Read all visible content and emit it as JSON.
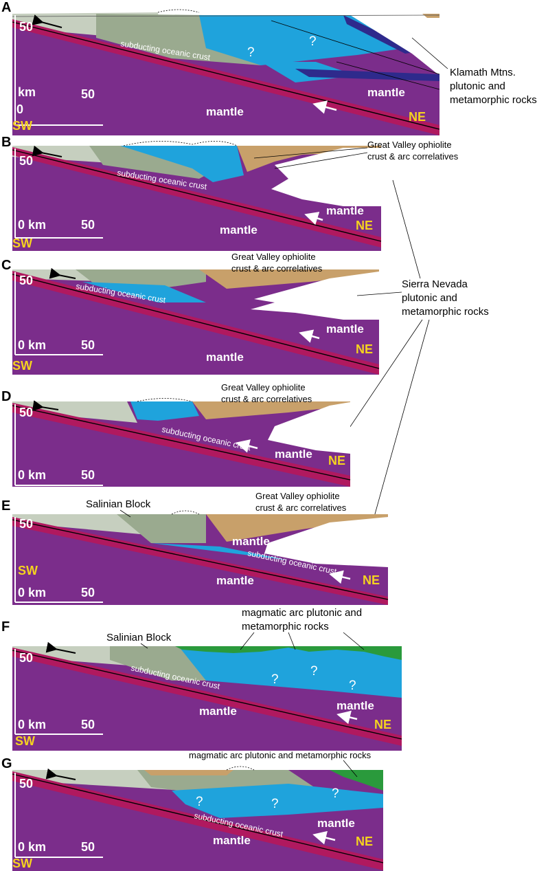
{
  "panels": [
    {
      "letter": "A",
      "scale_top": "50",
      "scale_zero": "0",
      "scale_km": "km",
      "scale_fifty": "50",
      "sw": "SW",
      "ne": "NE",
      "mantle_main": "mantle",
      "mantle_small": "mantle",
      "subducting": "subducting oceanic crust",
      "q1": "?",
      "q2": "?"
    },
    {
      "letter": "B",
      "scale_top": "50",
      "scale_zero_km": "0  km",
      "scale_fifty": "50",
      "sw": "SW",
      "ne": "NE",
      "mantle_main": "mantle",
      "mantle_small": "mantle",
      "subducting": "subducting oceanic crust"
    },
    {
      "letter": "C",
      "scale_top": "50",
      "scale_zero_km": "0 km",
      "scale_fifty": "50",
      "sw": "SW",
      "ne": "NE",
      "mantle_main": "mantle",
      "mantle_small": "mantle",
      "subducting": "subducting oceanic crust"
    },
    {
      "letter": "D",
      "scale_top": "50",
      "scale_zero_km": "0 km",
      "scale_fifty": "50",
      "ne": "NE",
      "mantle_small": "mantle",
      "subducting": "subducting oceanic crust"
    },
    {
      "letter": "E",
      "scale_top": "50",
      "scale_zero_km": "0 km",
      "scale_fifty": "50",
      "sw": "SW",
      "ne": "NE",
      "mantle_main": "mantle",
      "mantle_small": "mantle",
      "subducting": "subducting oceanic crust"
    },
    {
      "letter": "F",
      "scale_top": "50",
      "scale_zero_km": "0 km",
      "scale_fifty": "50",
      "sw": "SW",
      "ne": "NE",
      "mantle_main": "mantle",
      "mantle_small": "mantle",
      "subducting": "subducting oceanic crust",
      "q1": "?",
      "q2": "?",
      "q3": "?"
    },
    {
      "letter": "G",
      "scale_top": "50",
      "scale_zero_km": "0 km",
      "scale_fifty": "50",
      "sw": "SW",
      "ne": "NE",
      "mantle_main": "mantle",
      "mantle_small": "mantle",
      "subducting": "subducting oceanic crust",
      "q1": "?",
      "q2": "?",
      "q3": "?"
    }
  ],
  "annotations": {
    "klamath_1": "Klamath Mtns.",
    "klamath_2": "plutonic and",
    "klamath_3": "metamorphic rocks",
    "gv_1": "Great Valley ophiolite",
    "gv_2": "crust & arc correlatives",
    "sierra_1": "Sierra Nevada",
    "sierra_2": "plutonic and",
    "sierra_3": "metamorphic rocks",
    "salinian": "Salinian Block",
    "arc_f_1": "magmatic arc plutonic and",
    "arc_f_2": "metamorphic rocks",
    "arc_g": "magmatic arc plutonic and metamorphic rocks"
  },
  "colors": {
    "mantle": "#7b2d8b",
    "oceanic_crust": "#b0195f",
    "arc_blue": "#1fa3dc",
    "forearc_green": "#9aaa8f",
    "pale_green": "#c6cfbf",
    "navy": "#2e2a8c",
    "great_valley_tan": "#c8a06a",
    "arc_cap_green": "#2a9a3c",
    "label_yellow": "#f5d31f"
  }
}
